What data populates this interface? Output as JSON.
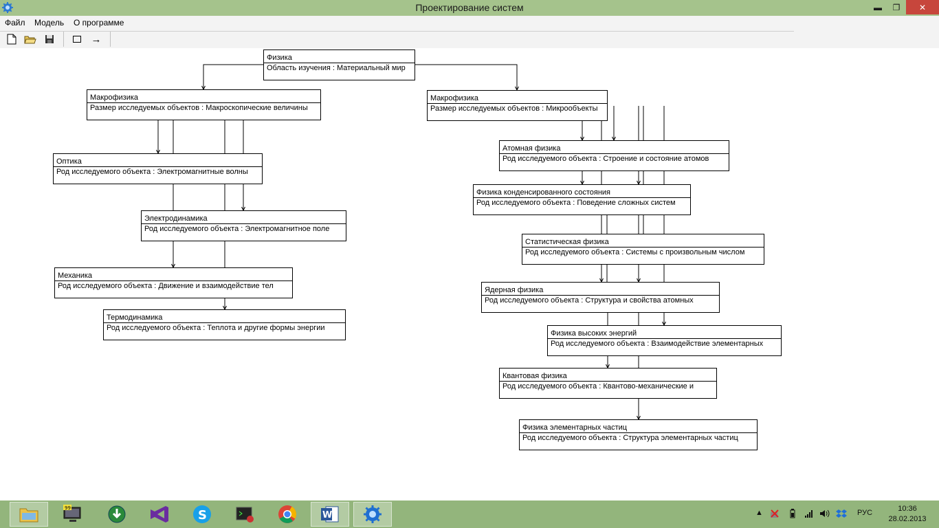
{
  "window": {
    "title": "Проектирование систем",
    "minimize": "▬",
    "restore": "❐",
    "close": "✕"
  },
  "menu": {
    "items": [
      "Файл",
      "Модель",
      "О программе"
    ]
  },
  "toolbar": {
    "buttons": [
      {
        "name": "new-file-icon"
      },
      {
        "name": "open-folder-icon"
      },
      {
        "name": "save-icon"
      },
      {
        "name": "rectangle-icon"
      },
      {
        "name": "arrow-icon",
        "glyph": "→"
      }
    ]
  },
  "diagram": {
    "nodes": [
      {
        "id": "fizika",
        "name": "Физика",
        "attr": "Область изучения : Материальный мир"
      },
      {
        "id": "makro1",
        "name": "Макрофизика",
        "attr": "Размер исследуемых объектов : Макроскопические величины"
      },
      {
        "id": "makro2",
        "name": "Макрофизика",
        "attr": "Размер исследуемых объектов : Микрообъекты"
      },
      {
        "id": "optika",
        "name": "Оптика",
        "attr": "Род исследуемого объекта : Электромагнитные волны"
      },
      {
        "id": "elektro",
        "name": "Электродинамика",
        "attr": "Род исследуемого объекта : Электромагнитное поле"
      },
      {
        "id": "mekh",
        "name": "Механика",
        "attr": "Род исследуемого объекта :  Движение и взаимодействие тел"
      },
      {
        "id": "termo",
        "name": "Термодинамика",
        "attr": "Род исследуемого объекта : Теплота и другие формы энергии"
      },
      {
        "id": "atom",
        "name": "Атомная физика",
        "attr": "Род исследуемого объекта : Строение и состояние атомов"
      },
      {
        "id": "kond",
        "name": "Физика конденсированного состояния",
        "attr": "Род исследуемого объекта : Поведение сложных систем"
      },
      {
        "id": "stat",
        "name": "Статистическая физика",
        "attr": "Род исследуемого объекта : Системы с произвольным числом"
      },
      {
        "id": "yader",
        "name": "Ядерная физика",
        "attr": "Род исследуемого объекта : Структура и свойства атомных"
      },
      {
        "id": "vysok",
        "name": "Физика высоких энергий",
        "attr": "Род исследуемого объекта : Взаимодействие элементарных"
      },
      {
        "id": "kvant",
        "name": "Квантовая физика",
        "attr": "Род исследуемого объекта : Квантово-механические и"
      },
      {
        "id": "elem",
        "name": "Физика элементарных частиц",
        "attr": "Род исследуемого объекта : Структура элементарных частиц"
      }
    ]
  },
  "taskbar": {
    "apps": [
      {
        "name": "file-explorer-icon"
      },
      {
        "name": "computer-99-icon",
        "label": "99"
      },
      {
        "name": "download-manager-icon"
      },
      {
        "name": "visual-studio-icon"
      },
      {
        "name": "skype-icon",
        "label": "S"
      },
      {
        "name": "console-app-icon"
      },
      {
        "name": "chrome-icon"
      },
      {
        "name": "word-icon",
        "label": "W"
      },
      {
        "name": "system-design-app-icon"
      }
    ],
    "tray": {
      "language": "РУС",
      "time": "10:36",
      "date": "28.02.2013"
    }
  },
  "colors": {
    "titlebar": "#a5c38c",
    "taskbar": "#93b57c"
  }
}
